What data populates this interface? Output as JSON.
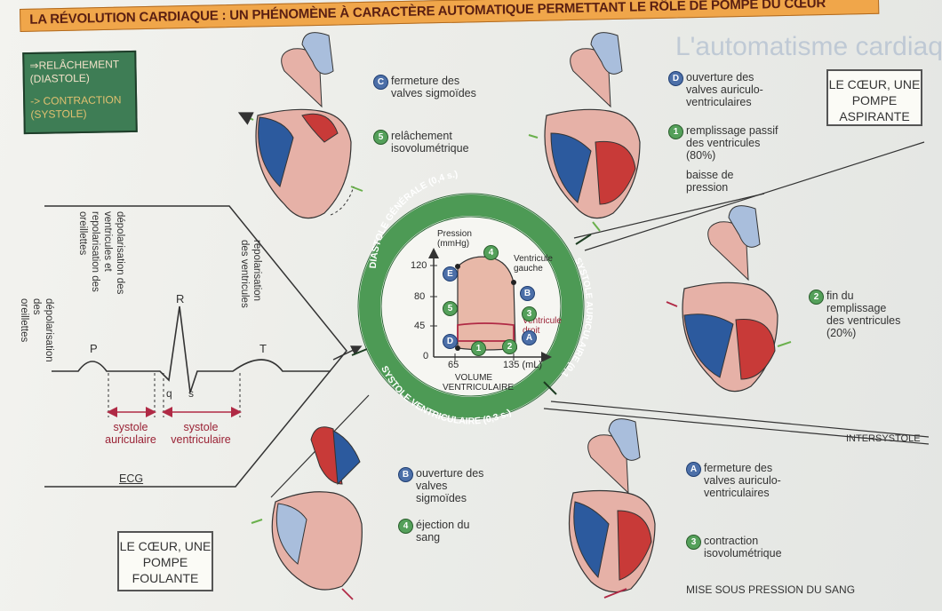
{
  "title": "LA RÉVOLUTION CARDIAQUE : UN PHÉNOMÈNE À CARACTÈRE AUTOMATIQUE PERMETTANT LE RÔLE DE POMPE DU CŒUR",
  "background_heading": "L'automatisme cardiaque et son",
  "legend": {
    "relaxation": "⇒RELÂCHEMENT (DIASTOLE)",
    "contraction": "-> CONTRACTION (SYSTOLE)"
  },
  "boxes": {
    "aspirante": "LE CŒUR, UNE POMPE ASPIRANTE",
    "foulante": "LE CŒUR, UNE POMPE FOULANTE"
  },
  "ecg": {
    "label": "ECG",
    "waves": [
      "P",
      "R",
      "q",
      "s",
      "T"
    ],
    "vertical_labels": [
      "dépolarisation des oreillettes",
      "dépolarisation des ventricules et repolarisation des oreillettes",
      "repolarisation des ventricules"
    ],
    "intervals": [
      "systole auriculaire",
      "systole ventriculaire"
    ]
  },
  "steps": {
    "C": {
      "badge": "C",
      "text": "fermeture des valves sigmoïdes"
    },
    "s5": {
      "badge": "5",
      "text": "relâchement isovolumétrique"
    },
    "D": {
      "badge": "D",
      "text": "ouverture des valves auriculo-ventriculaires"
    },
    "s1": {
      "badge": "1",
      "text": "remplissage passif des ventricules (80%)"
    },
    "baisse": "baisse de pression",
    "s2": {
      "badge": "2",
      "text": "fin du remplissage des ventricules (20%)"
    },
    "A": {
      "badge": "A",
      "text": "fermeture des valves auriculo-ventriculaires"
    },
    "s3": {
      "badge": "3",
      "text": "contraction isovolumétrique"
    },
    "mise": "MISE SOUS PRESSION DU SANG",
    "B": {
      "badge": "B",
      "text": "ouverture des valves sigmoïdes"
    },
    "s4": {
      "badge": "4",
      "text": "éjection du sang"
    }
  },
  "ring": {
    "diastole": "DIASTOLE GÉNÉRALE (0,4 s.)",
    "systole_auric": "SYSTOLE AURICULAIRE (0,1 s.)",
    "systole_vent": "SYSTOLE VENTRICULAIRE (0,3 s.)",
    "intersystole": "INTERSYSTOLE"
  },
  "pv_loop": {
    "y_label": "Pression (mmHg)",
    "y_ticks": [
      "120",
      "80",
      "45",
      "0"
    ],
    "x_ticks": [
      "65",
      "135 (mL)"
    ],
    "x_label": "VOLUME VENTRICULAIRE",
    "left": "Ventricule gauche",
    "right": "Ventricule droit",
    "points": {
      "E": "E",
      "4": "4",
      "B": "B",
      "5": "5",
      "3": "3",
      "A": "A",
      "D": "D",
      "1": "1",
      "2": "2"
    }
  },
  "colors": {
    "title_bg": "#f0a64a",
    "legend_bg": "#3e7d55",
    "ring": "#4d9a55",
    "oxygenated": "#c83a38",
    "deoxygenated": "#2c5a9e"
  }
}
